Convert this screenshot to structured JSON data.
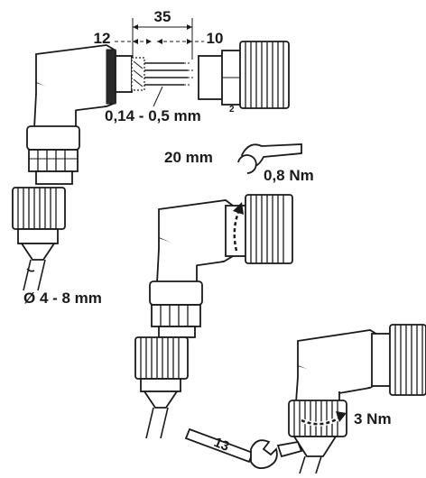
{
  "labels": {
    "strip_outer": "35",
    "strip_left": "12",
    "strip_right": "10",
    "wire_cross_section": "0,14 - 0,5 mm",
    "wire_cross_section_sup": "2",
    "spanner_size": "20 mm",
    "torque_1": "0,8 Nm",
    "cable_diameter": "Ø 4 - 8 mm",
    "torque_2": "3 Nm",
    "wrench_size": "13"
  },
  "icons": [
    "angled-connector-icon",
    "coupling-nut-icon",
    "wire-strands-icon",
    "spanner-icon",
    "wrench-icon",
    "rotation-arrow-icon"
  ]
}
